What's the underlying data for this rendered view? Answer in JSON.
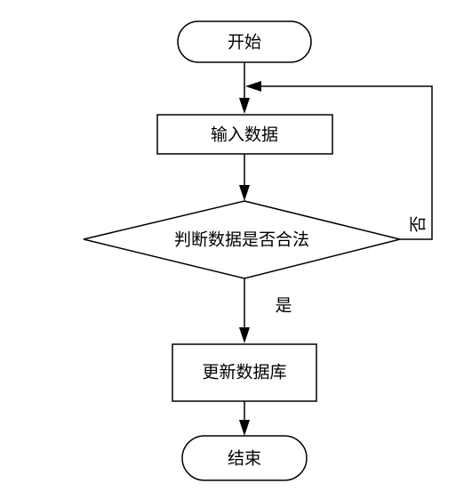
{
  "flowchart": {
    "nodes": {
      "start": {
        "label": "开始",
        "shape": "terminator"
      },
      "input": {
        "label": "输入数据",
        "shape": "process"
      },
      "decision": {
        "label": "判断数据是否合法",
        "shape": "decision"
      },
      "update": {
        "label": "更新数据库",
        "shape": "process"
      },
      "end": {
        "label": "结束",
        "shape": "terminator"
      }
    },
    "edges": {
      "yes_label": "是",
      "no_label": "否"
    },
    "stroke_color": "#000000",
    "fill_color": "#ffffff"
  }
}
